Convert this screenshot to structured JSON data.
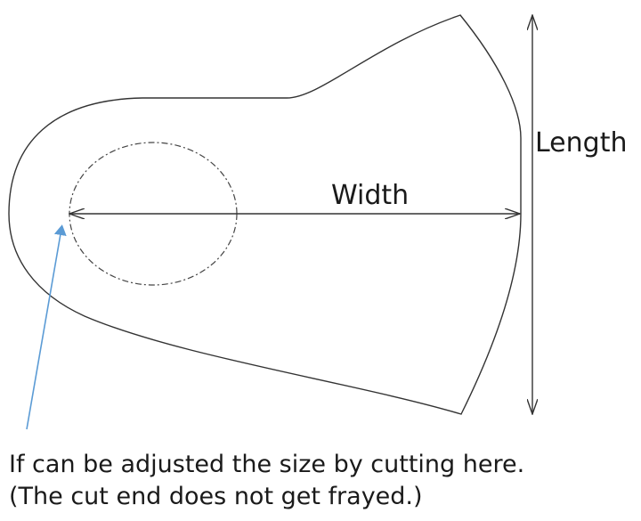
{
  "labels": {
    "length": "Length",
    "width": "Width"
  },
  "caption": {
    "line1": "If can be adjusted the size by cutting here.",
    "line2": "(The cut end does not get frayed.)"
  },
  "colors": {
    "outline": "#333333",
    "pointer_arrow": "#5b9bd5",
    "text": "#1a1a1a"
  }
}
